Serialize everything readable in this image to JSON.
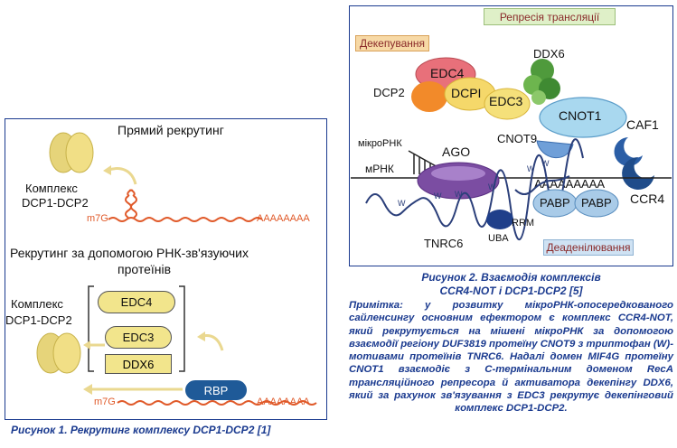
{
  "fig1": {
    "title": "Прямий рекрутинг",
    "complex_label_top_1": "Комплекс",
    "complex_label_top_2": "DCP1-DCP2",
    "m7g_top": "m7G",
    "polya_top": "AAAAAAAA",
    "section_title_1": "Рекрутинг за допомогою РНК-зв'язуючих",
    "section_title_2": "протеїнів",
    "complex_label_bottom_1": "Комплекс",
    "complex_label_bottom_2": "DCP1-DCP2",
    "edc4": "EDC4",
    "edc3": "EDC3",
    "ddx6": "DDX6",
    "rbp": "RBP",
    "m7g_bottom": "m7G",
    "polya_bottom": "AAAAAAAA",
    "caption": "Рисунок 1. Рекрутинг комплексу DCP1-DCP2 [1]"
  },
  "fig2": {
    "translational_repression": "Репресія трансляції",
    "decapping": "Декепування",
    "deadenylation": "Деаденілювання",
    "ddx6": "DDX6",
    "edc4": "EDC4",
    "dcp2": "DCP2",
    "dcp1": "DCPI",
    "edc3": "EDC3",
    "cnot1": "CNOT1",
    "caf1": "CAF1",
    "cnot9": "CNOT9",
    "ccr4": "CCR4",
    "mirna": "мікроРНК",
    "ago": "AGO",
    "mrna": "мРНК",
    "polya": "AAAAAAAAA",
    "pabp1": "PABP",
    "pabp2": "PABP",
    "rrm": "RRM",
    "uba": "UBA",
    "tnrc6": "TNRC6",
    "caption_1": "Рисунок 2. Взаємодія комплексів",
    "caption_2": "CCR4-NOT і DCP1-DCP2 [5]",
    "note": "Примітка: у розвитку мікроРНК-опосередкованого сайленсингу основним ефектором є комплекс CCR4-NOT, який рекрутується на мішені мікроРНК за допомогою взаємодії регіону DUF3819 протеїну CNOT9 з триптофан (W)-мотивами протеїнів TNRC6. Надалі домен MIF4G протеїну CNOT1 взаємодіє з С-термінальним доменом RecA трансляційного репресора й активатора декепінгу DDX6, який за рахунок зв'язування з EDC3 рекрутує декепінговий комплекс DCP1-DCP2."
  }
}
